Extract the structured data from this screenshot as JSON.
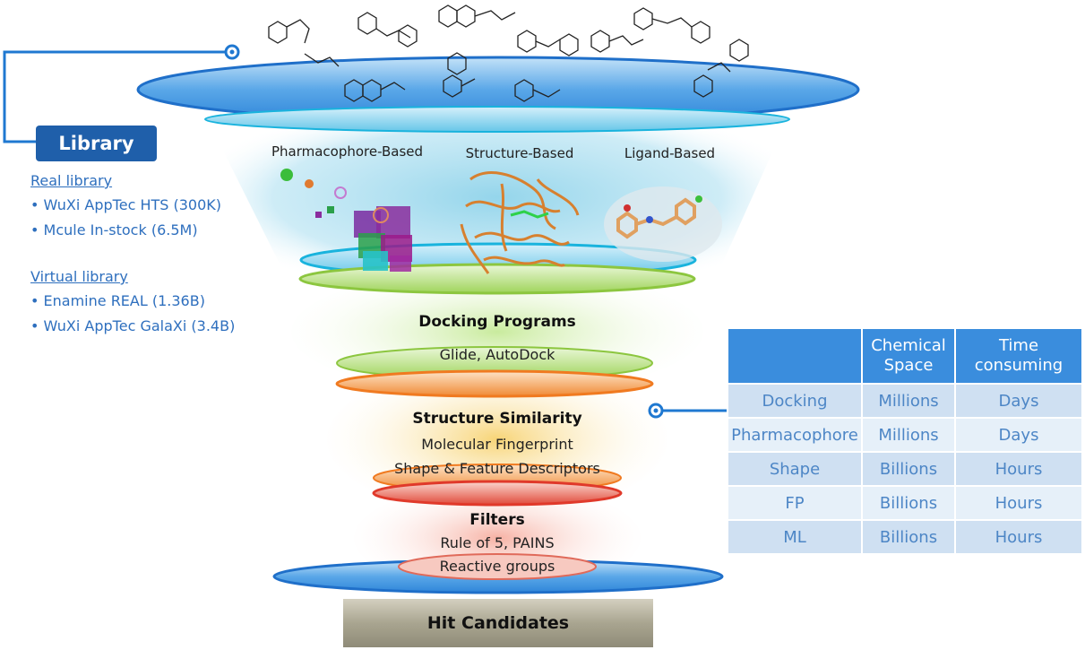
{
  "library": {
    "title": "Library",
    "real_heading": "Real library",
    "real_items": [
      "WuXi AppTec HTS (300K)",
      "Mcule In-stock (6.5M)"
    ],
    "virtual_heading": "Virtual library",
    "virtual_items": [
      "Enamine REAL (1.36B)",
      "WuXi AppTec GalaXi (3.4B)"
    ]
  },
  "stage1": {
    "methods": [
      "Pharmacophore-Based",
      "Structure-Based",
      "Ligand-Based"
    ]
  },
  "docking": {
    "title": "Docking Programs",
    "subtitle": "Glide, AutoDock"
  },
  "similarity": {
    "title": "Structure Similarity",
    "line1": "Molecular Fingerprint",
    "line2": "Shape & Feature Descriptors"
  },
  "filters": {
    "title": "Filters",
    "line1": "Rule of 5, PAINS",
    "line2": "Reactive groups"
  },
  "output": {
    "title": "Hit Candidates"
  },
  "table": {
    "headers": [
      "",
      "Chemical Space",
      "Time consuming"
    ],
    "rows": [
      [
        "Docking",
        "Millions",
        "Days"
      ],
      [
        "Pharmacophore",
        "Millions",
        "Days"
      ],
      [
        "Shape",
        "Billions",
        "Hours"
      ],
      [
        "FP",
        "Billions",
        "Hours"
      ],
      [
        "ML",
        "Billions",
        "Hours"
      ]
    ]
  },
  "colors": {
    "library_box": "#1f5faa",
    "library_text": "#2e6fbe",
    "table_header": "#3a8ddd",
    "table_row_dark": "#cfe0f2",
    "table_row_light": "#e6f0f9",
    "top_disc": "#2f86d9",
    "stage1_glow": "#86cde8",
    "stage2_glow": "#c7e9a0",
    "stage3_glow": "#f6d58a",
    "stage4_glow": "#f7b2a6"
  }
}
